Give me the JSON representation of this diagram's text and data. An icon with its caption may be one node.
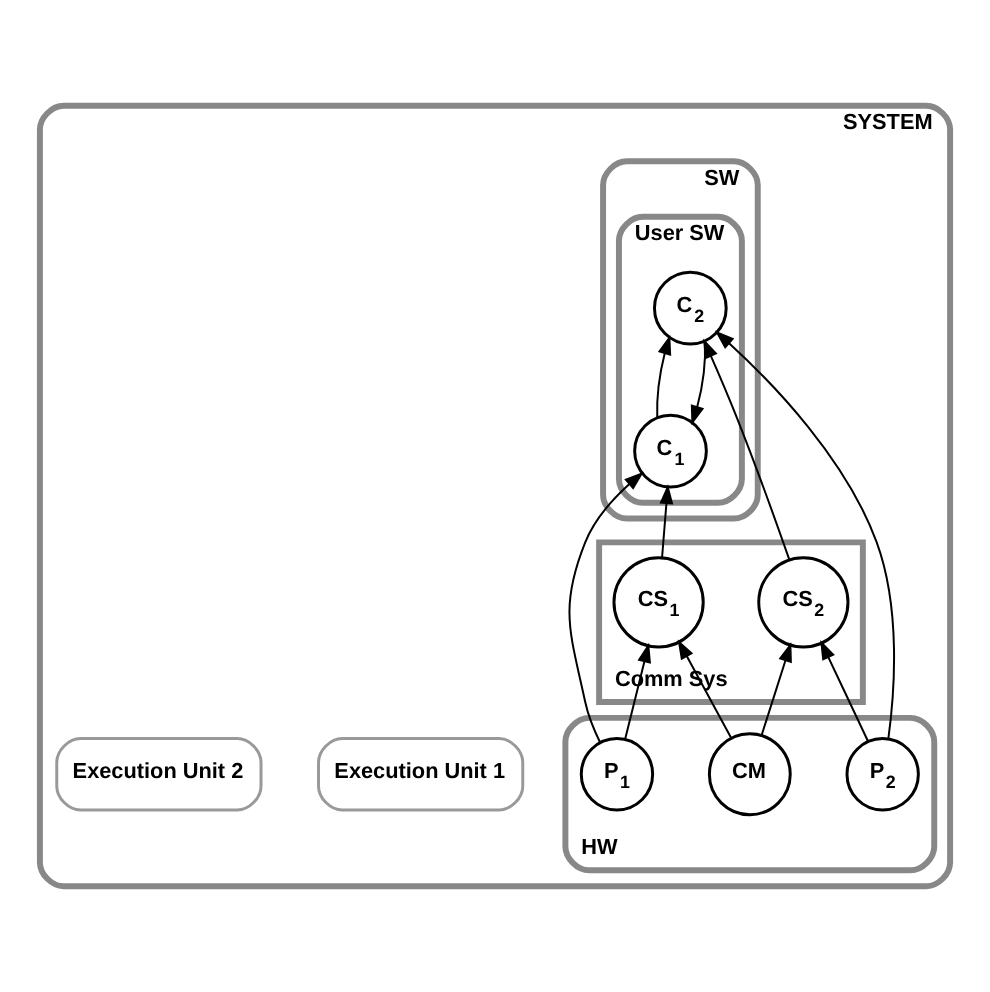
{
  "diagram": {
    "nodes": [
      {
        "text": [
          "SYSTEM"
        ]
      },
      {
        "text": [
          "Execution Unit 1"
        ],
        "in": 0
      },
      {
        "text": [
          "Execution Unit 2"
        ],
        "in": 0
      },
      {
        "text": [
          "SW"
        ],
        "in": 0
      },
      {
        "text": [
          "User SW"
        ],
        "in": 3
      },
      {
        "text": [
          "C$_{1}$"
        ],
        "in": 4
      },
      {
        "text": [
          "C$_{2}$"
        ],
        "in": 4
      },
      {
        "text": [
          "Comm Sys"
        ],
        "in": 0
      },
      {
        "text": [
          "CS$_{1}$"
        ],
        "in": 7
      },
      {
        "text": [
          "CS$_{2}$"
        ],
        "in": 7
      },
      {
        "text": [
          "HW"
        ],
        "in": 0
      },
      {
        "text": [
          "P$_{1}$"
        ],
        "in": 10
      },
      {
        "text": [
          "CM"
        ],
        "in": 10
      },
      {
        "text": [
          "P$_{2}$"
        ],
        "in": 10
      }
    ],
    "edges": [
      {
        "from": 6,
        "to": 5,
        "arrow": "to"
      },
      {
        "from": 5,
        "to": 6,
        "arrow": "to"
      },
      {
        "from": 11,
        "to": 5,
        "arrow": "to"
      },
      {
        "from": 8,
        "to": 5,
        "arrow": "to"
      },
      {
        "from": 9,
        "to": 6,
        "arrow": "to"
      },
      {
        "from": 13,
        "to": 6,
        "arrow": "to"
      },
      {
        "from": 11,
        "to": 8,
        "arrow": "to"
      },
      {
        "from": 12,
        "to": 8,
        "arrow": "to"
      },
      {
        "from": 12,
        "to": 9,
        "arrow": "to"
      },
      {
        "from": 13,
        "to": 9,
        "arrow": "to"
      }
    ]
  }
}
